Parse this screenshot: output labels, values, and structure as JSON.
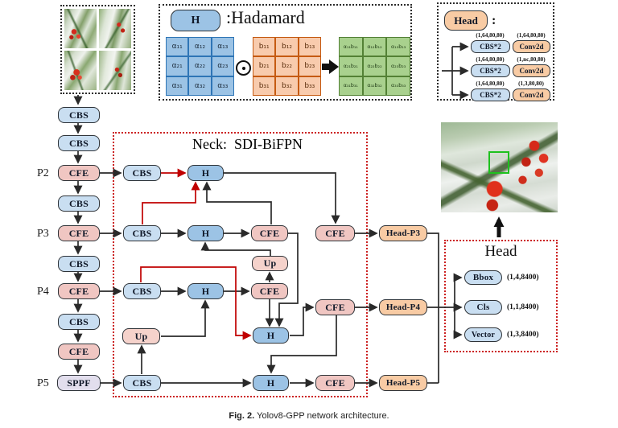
{
  "figure": {
    "caption_label": "Fig. 2.",
    "caption_text": "Yolov8-GPP network architecture."
  },
  "labels": {
    "cbs": "CBS",
    "cfe": "CFE",
    "sppf": "SPPF",
    "h": "H",
    "up": "Up",
    "p2": "P2",
    "p3": "P3",
    "p4": "P4",
    "p5": "P5",
    "head_p3": "Head-P3",
    "head_p4": "Head-P4",
    "head_p5": "Head-P5"
  },
  "neck": {
    "title": "Neck:  SDI-BiFPN"
  },
  "hadamard_legend": {
    "symbol": "H",
    "title": ":Hadamard",
    "operator_icon": "circled-dot",
    "arrow_icon": "right-arrow",
    "matrix_a": [
      "α₁₁",
      "α₁₂",
      "α₁₃",
      "α₂₁",
      "α₂₂",
      "α₂₃",
      "α₃₁",
      "α₃₂",
      "α₃₃"
    ],
    "matrix_b": [
      "b₁₁",
      "b₁₂",
      "b₁₃",
      "b₂₁",
      "b₂₂",
      "b₂₃",
      "b₃₁",
      "b₃₂",
      "b₃₃"
    ],
    "matrix_product": [
      "α₁₁b₁₁",
      "α₁₂b₁₂",
      "α₁₃b₁₃",
      "α₂₁b₂₁",
      "α₂₂b₂₂",
      "α₂₃b₂₃",
      "α₃₁b₃₁",
      "α₃₂b₃₂",
      "α₃₃b₃₃"
    ]
  },
  "head_legend": {
    "symbol": "Head",
    "colon": ":",
    "rows": [
      {
        "in_shape": "(1,64,80,80)",
        "out_shape": "(1,64,80,80)",
        "cbs": "CBS*2",
        "conv": "Conv2d"
      },
      {
        "in_shape": "(1,64,80,80)",
        "out_shape": "(1,nc,80,80)",
        "cbs": "CBS*2",
        "conv": "Conv2d"
      },
      {
        "in_shape": "(1,64,80,80)",
        "out_shape": "(1,3,80,80)",
        "cbs": "CBS*2",
        "conv": "Conv2d"
      }
    ]
  },
  "head_output": {
    "title": "Head",
    "rows": [
      {
        "label": "Bbox",
        "shape": "(1,4,8400)"
      },
      {
        "label": "Cls",
        "shape": "(1,1,8400)"
      },
      {
        "label": "Vector",
        "shape": "(1,3,8400)"
      }
    ]
  },
  "colors": {
    "cbs_fill": "#c9def1",
    "h_fill": "#9cc3e5",
    "cfe_fill": "#f0c6c2",
    "up_fill": "#f5d2cb",
    "sppf_fill": "#e2deed",
    "head_fill": "#f8cba4",
    "red_edge": "#c00000",
    "dotted_red": "#cc2222",
    "bbox_green": "#1ec11e"
  }
}
